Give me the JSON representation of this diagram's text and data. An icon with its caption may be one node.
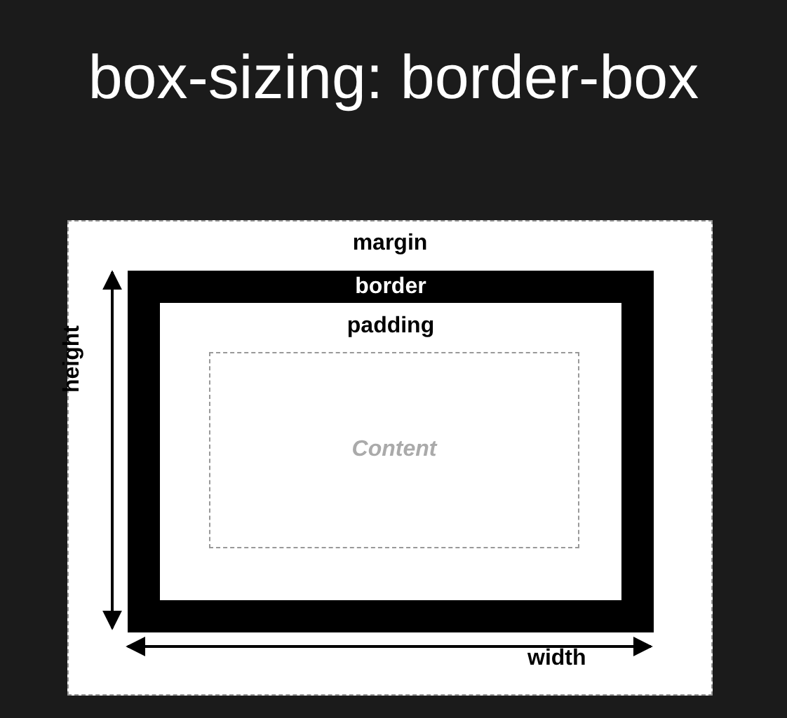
{
  "diagram": {
    "title": "box-sizing: border-box",
    "nodes": [
      {
        "text": [
          "margin"
        ]
      },
      {
        "text": [
          "border"
        ],
        "in": 0
      },
      {
        "text": [
          "padding"
        ],
        "in": 1
      },
      {
        "text": [
          "Content"
        ],
        "in": 2
      }
    ],
    "labels": [
      "height",
      "width"
    ]
  }
}
